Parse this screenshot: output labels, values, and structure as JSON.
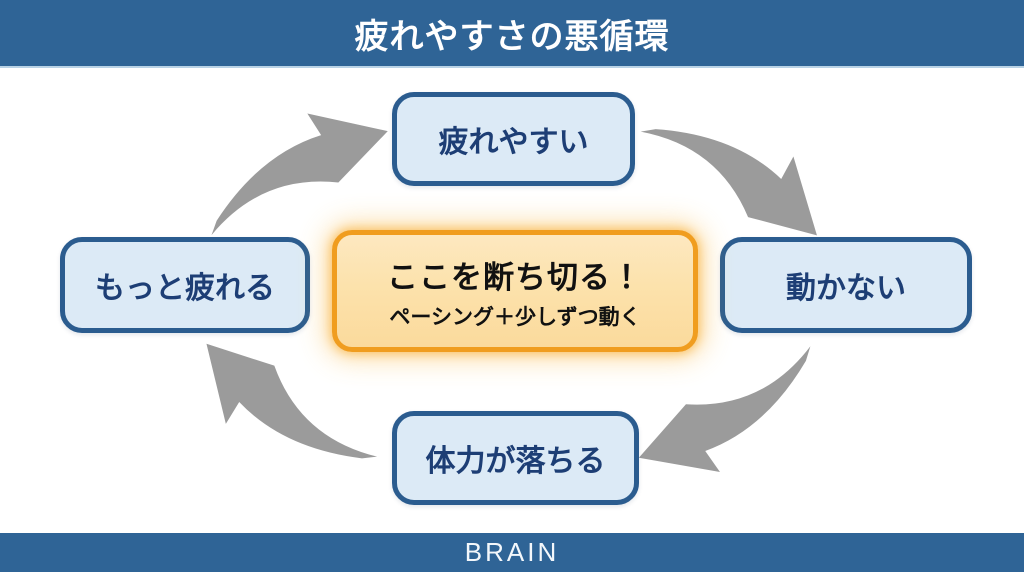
{
  "header": {
    "title": "疲れやすさの悪循環"
  },
  "cycle": {
    "direction": "clockwise",
    "top": "疲れやすい",
    "right": "動かない",
    "bottom": "体力が落ちる",
    "left": "もっと疲れる"
  },
  "center": {
    "title": "ここを断ち切る！",
    "subtitle": "ペーシング＋少しずつ動く"
  },
  "footer": {
    "brand": "BRAIN"
  },
  "colors": {
    "bar_blue": "#2f6496",
    "node_fill": "#dceaf6",
    "node_border": "#2b5c8f",
    "node_text": "#1d3e75",
    "center_fill": "#fce2ac",
    "center_border": "#f09d1f",
    "arrow_gray": "#9b9b9b"
  }
}
